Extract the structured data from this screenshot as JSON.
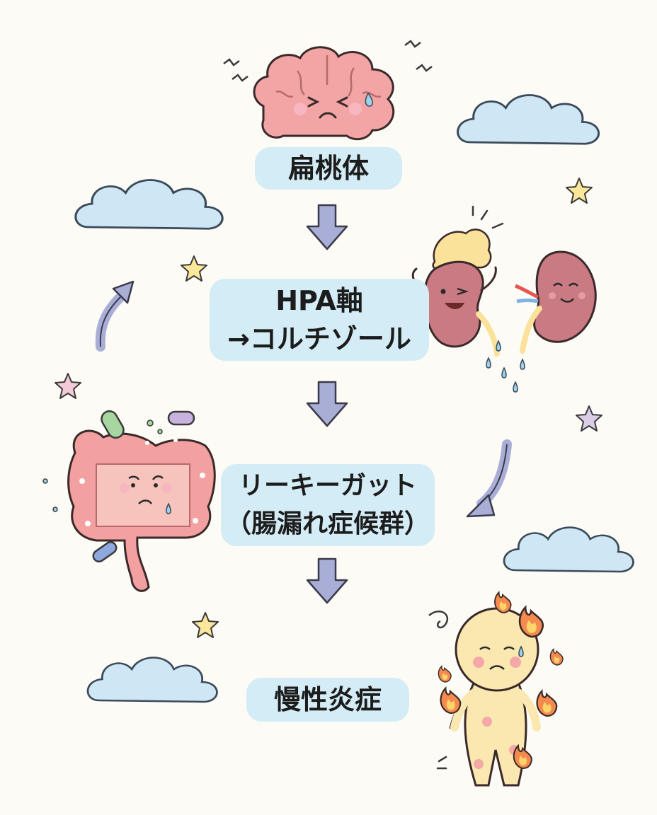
{
  "steps": {
    "amygdala": "扁桃体",
    "hpa_line1": "HPA軸",
    "hpa_line2": "→コルチゾール",
    "leaky_line1": "リーキーガット",
    "leaky_line2": "（腸漏れ症候群）",
    "inflammation": "慢性炎症"
  },
  "colors": {
    "label_bg": "#d4ecf6",
    "arrow": "#a9aed6",
    "cloud": "#cfe7f5",
    "star_yellow": "#fbe79a",
    "star_pink": "#f4c9d8",
    "star_purple": "#d9cde8"
  },
  "icons": [
    "brain-icon",
    "kidney-icon",
    "adrenal-gland-icon",
    "intestine-icon",
    "bacteria-icon",
    "inflamed-person-icon",
    "flame-icon",
    "cloud-icon",
    "star-icon"
  ]
}
